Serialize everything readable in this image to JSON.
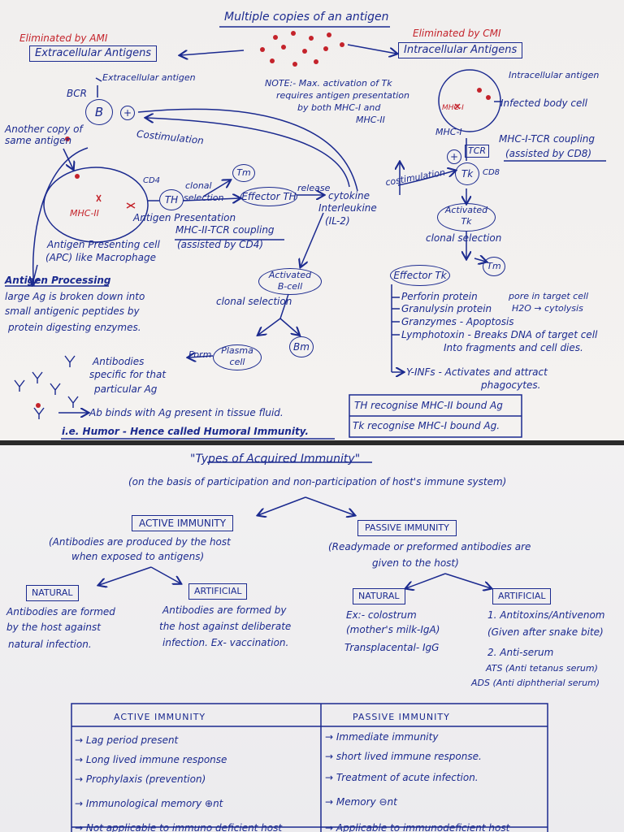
{
  "top": {
    "title": "Multiple copies of an antigen",
    "elim_ami": "Eliminated by AMI",
    "extracellular_box": "Extracellular Antigens",
    "elim_cmi": "Eliminated by CMI",
    "intracellular_box": "Intracellular Antigens",
    "note": [
      "NOTE:- Max. activation of Tk",
      "requires antigen presentation",
      "by both MHC-I and",
      "MHC-II"
    ],
    "extracellular_antigen_label": "Extracellular antigen",
    "bcr": "BCR",
    "b_cell": "B",
    "plus": "+",
    "another_copy": [
      "Another copy of",
      "same antigen"
    ],
    "costim_left": "Costimulation",
    "cd4": "CD4",
    "th": "TH",
    "clonal_selection": [
      "clonal",
      "selection"
    ],
    "tm": "Tm",
    "effector_th": "Effector TH",
    "release": "release",
    "cytokine": [
      "cytokine",
      "Interleukine",
      "(IL-2)"
    ],
    "mhc2": "MHC-II",
    "antigen_presentation": "Antigen Presentation",
    "mhc2_tcr": [
      "MHC-II-TCR coupling",
      "(assisted by CD4)"
    ],
    "apc": [
      "Antigen Presenting cell",
      "(APC) like Macrophage"
    ],
    "antigen_processing": "Antigen Processing",
    "processing_desc": [
      "large Ag is broken down into",
      "small antigenic peptides by",
      "protein digesting enzymes."
    ],
    "activated_bcell": [
      "Activated",
      "B-cell"
    ],
    "clonal_selection_b": "clonal selection",
    "plasma_cell": [
      "Plasma",
      "cell"
    ],
    "bm": "Bm",
    "form": "Form",
    "antibodies": [
      "Antibodies",
      "specific for that",
      "particular Ag"
    ],
    "ab_binds": "Ab binds with Ag present in tissue fluid.",
    "humor": "i.e. Humor - Hence called Humoral Immunity.",
    "intracellular_antigen_label": "Intracellular antigen",
    "infected_cell": "Infected body cell",
    "mhc1_small": "MHC-I",
    "mhci": "MHC-I",
    "tcr": "TCR",
    "tk": "Tk",
    "cd8": "CD8",
    "mhc1_tcr": [
      "MHC-I-TCR coupling",
      "(assisted by CD8)"
    ],
    "costim_right": "costimulation",
    "activated_tk": [
      "Activated",
      "Tk"
    ],
    "clonal_selection_tk": "clonal selection",
    "effector_tk": "Effector Tk",
    "tm2": "Tm",
    "effects": [
      "Perforin protein",
      "Granulysin protein",
      "Granzymes - Apoptosis",
      "Lymphotoxin - Breaks DNA of target cell",
      "Into fragments and cell dies.",
      "Y-INFs - Activates and attract",
      "phagocytes."
    ],
    "pore_note": [
      "pore in target cell",
      "H2O → cytolysis"
    ],
    "recognise": [
      "TH recognise MHC-II bound Ag",
      "Tk recognise MHC-I bound Ag."
    ]
  },
  "bottom": {
    "title": "\"Types of Acquired Immunity\"",
    "subtitle": "(on the basis of participation and non-participation of host's immune system)",
    "active": "ACTIVE IMMUNITY",
    "active_desc": [
      "(Antibodies are produced by the host",
      "when exposed to antigens)"
    ],
    "passive": "PASSIVE IMMUNITY",
    "passive_desc": [
      "(Readymade or preformed antibodies are",
      "given to the host)"
    ],
    "natural1": "NATURAL",
    "artificial1": "ARTIFICIAL",
    "natural2": "NATURAL",
    "artificial2": "ARTIFICIAL",
    "active_natural_desc": [
      "Antibodies are formed",
      "by the host against",
      "natural infection."
    ],
    "active_artificial_desc": [
      "Antibodies are formed by",
      "the host against deliberate",
      "infection. Ex- vaccination."
    ],
    "passive_natural_desc": [
      "Ex:- colostrum",
      "(mother's milk-IgA)",
      "Transplacental- IgG"
    ],
    "passive_artificial_desc": [
      "1. Antitoxins/Antivenom",
      "(Given after snake bite)",
      "2. Anti-serum",
      "ATS (Anti tetanus serum)",
      "ADS (Anti diphtherial serum)"
    ],
    "table": {
      "headers": [
        "ACTIVE IMMUNITY",
        "PASSIVE IMMUNITY"
      ],
      "rows": [
        [
          "→ Lag period present",
          "→ Immediate immunity"
        ],
        [
          "→ Long lived immune response",
          "→ short lived immune response."
        ],
        [
          "→ Prophylaxis (prevention)",
          "→ Treatment of acute infection."
        ],
        [
          "→ Immunological memory ⊕nt",
          "→ Memory ⊖nt"
        ],
        [
          "→ Not applicable to immuno deficient host",
          "→ Applicable to immunodeficient host"
        ]
      ]
    }
  }
}
